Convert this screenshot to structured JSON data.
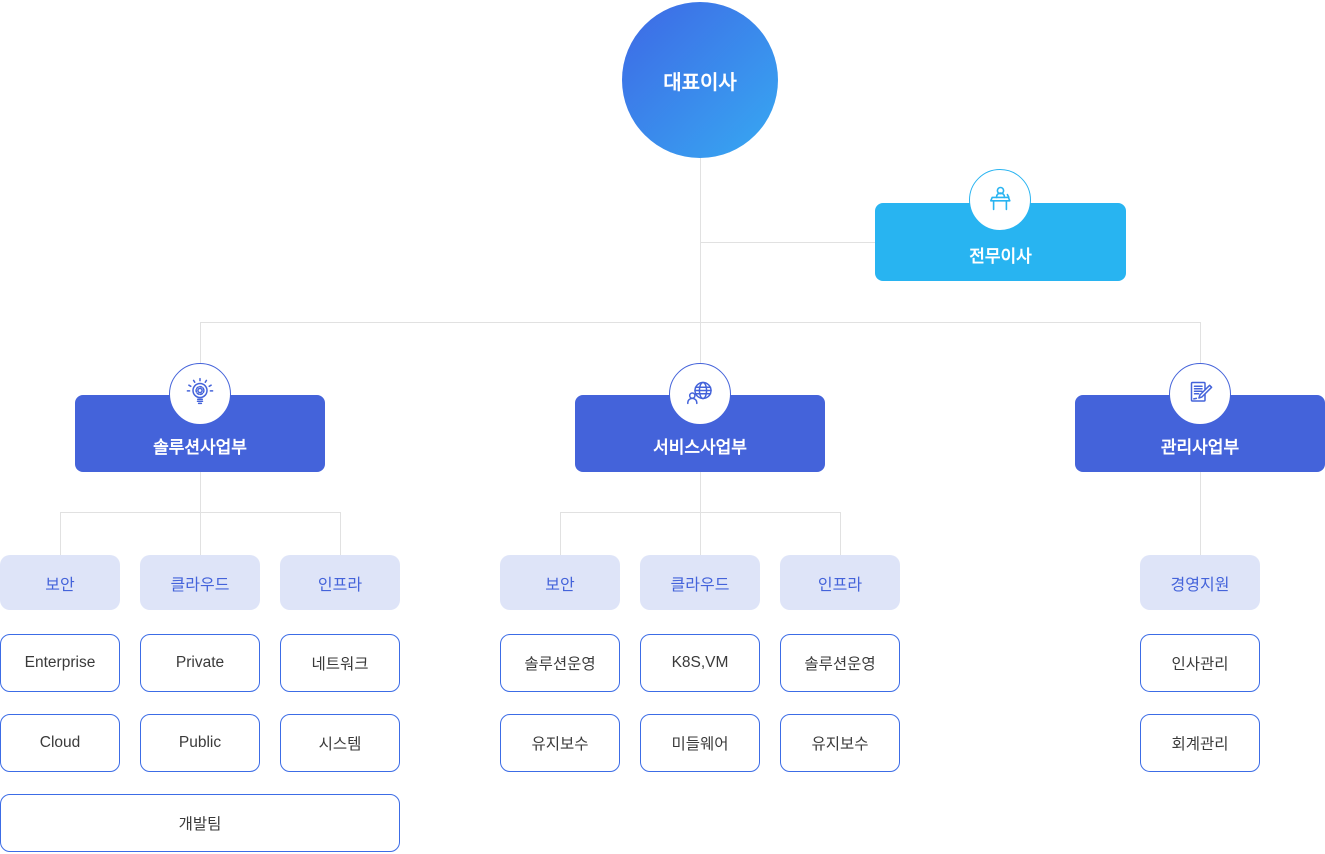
{
  "org": {
    "ceo": "대표이사",
    "executive": "전무이사",
    "divisions": [
      {
        "name": "솔루션사업부",
        "icon": "lightbulb-gear-icon",
        "columns": [
          {
            "team": "보안",
            "units": [
              "Enterprise",
              "Cloud"
            ]
          },
          {
            "team": "클라우드",
            "units": [
              "Private",
              "Public"
            ]
          },
          {
            "team": "인프라",
            "units": [
              "네트워크",
              "시스템"
            ]
          }
        ],
        "wide_team": "개발팀"
      },
      {
        "name": "서비스사업부",
        "icon": "globe-user-icon",
        "columns": [
          {
            "team": "보안",
            "units": [
              "솔루션운영",
              "유지보수"
            ]
          },
          {
            "team": "클라우드",
            "units": [
              "K8S,VM",
              "미들웨어"
            ]
          },
          {
            "team": "인프라",
            "units": [
              "솔루션운영",
              "유지보수"
            ]
          }
        ]
      },
      {
        "name": "관리사업부",
        "icon": "document-pen-icon",
        "columns": [
          {
            "team": "경영지원",
            "units": [
              "인사관리",
              "회계관리"
            ]
          }
        ]
      }
    ],
    "colors": {
      "ceo_gradient_start": "#3e68e5",
      "ceo_gradient_end": "#37a9f2",
      "executive_blue": "#28b4f1",
      "division_blue": "#4463da",
      "team_bg": "#dee4f8",
      "unit_border": "#3c6ce6",
      "connector_line": "#e1e1e1"
    }
  }
}
